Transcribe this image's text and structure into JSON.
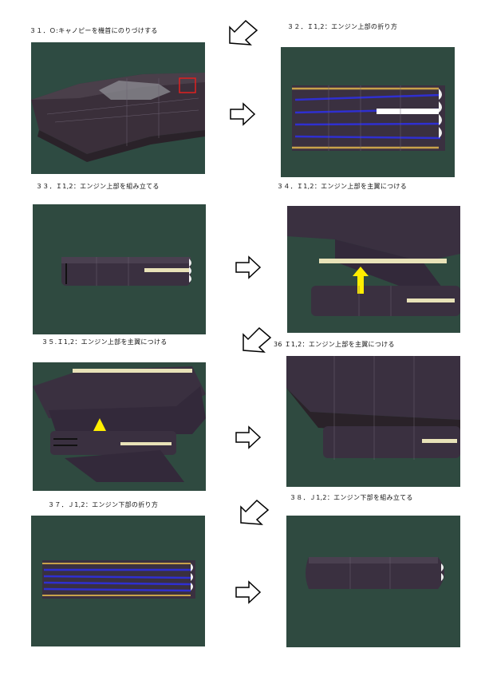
{
  "steps": [
    {
      "caption": "３１．Ｏ:キャノピーを機首にのりづけする"
    },
    {
      "caption": "３２．Ｉ1,2：エンジン上部の折り方"
    },
    {
      "caption": "３３．Ｉ1,2：エンジン上部を組み立てる"
    },
    {
      "caption": "３４．Ｉ1,2：エンジン上部を主翼につける"
    },
    {
      "caption": "３５.Ｉ1,2：エンジン上部を主翼につける"
    },
    {
      "caption": "36 Ｉ1,2：エンジン上部を主翼につける"
    },
    {
      "caption": "３７．Ｊ1,2：エンジン下部の折り方"
    },
    {
      "caption": "３８．Ｊ1,2：エンジン下部を組み立てる"
    }
  ],
  "colors": {
    "mat_green": "#2f4a3f",
    "paper_dark": "#3a2f3a",
    "stripe_blue": "#2f2fd0",
    "stripe_tan": "#c8a24a",
    "arrow_yellow": "#ffee00",
    "cream": "#e8e2b8"
  }
}
